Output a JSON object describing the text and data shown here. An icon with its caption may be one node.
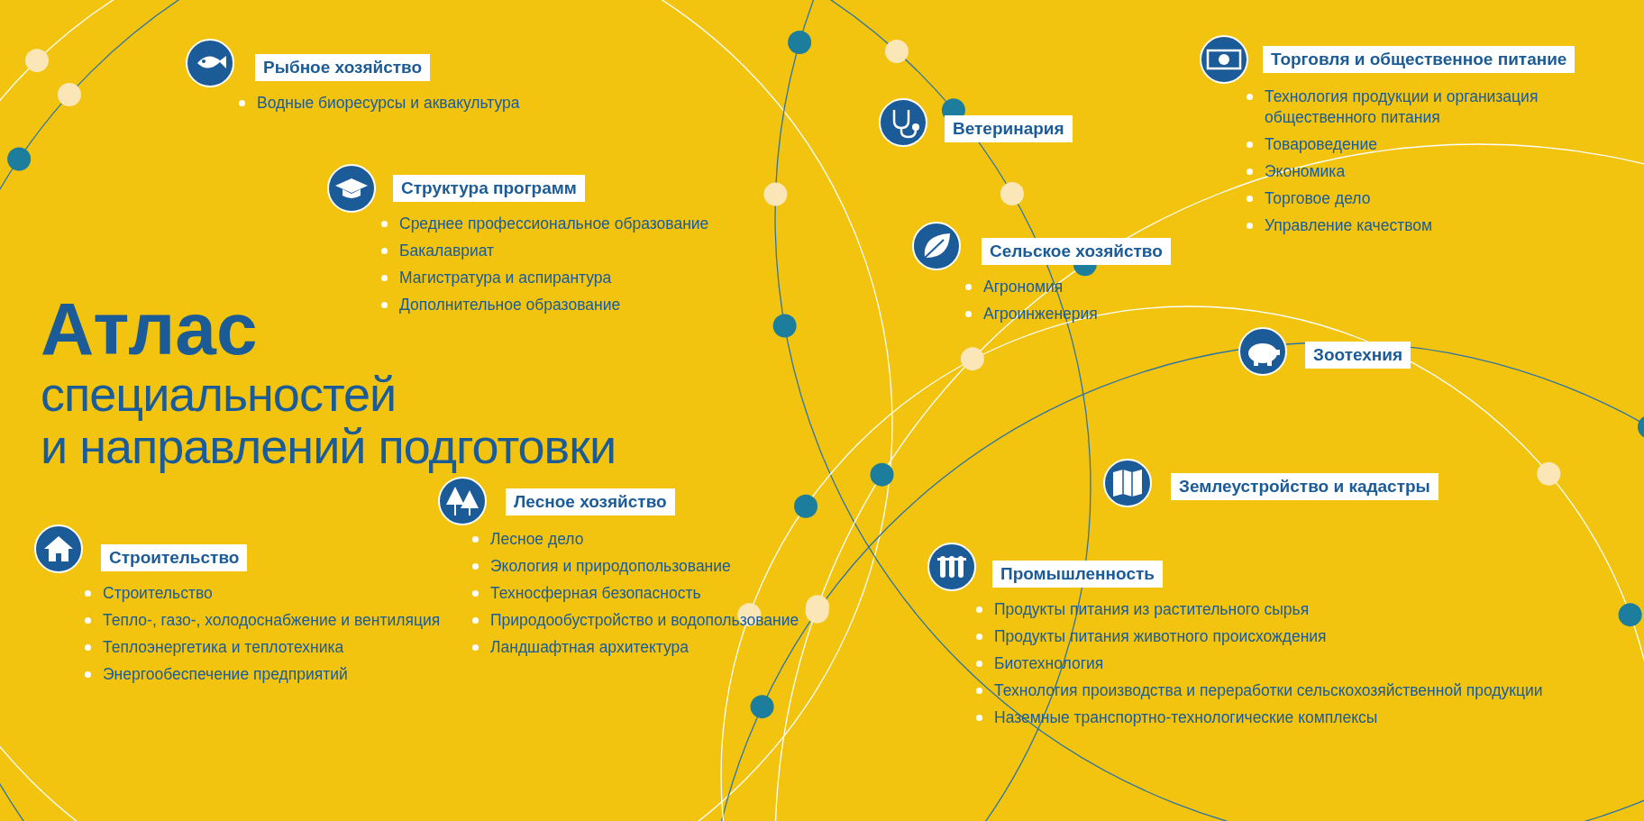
{
  "diagram": {
    "title": "Атлас специальностей и направлений подготовки",
    "nodes": [
      {
        "text": [
          "Рыбное хозяйство"
        ],
        "beside": [
          "Водные биоресурсы и аквакультура"
        ]
      },
      {
        "text": [
          "Структура программ"
        ],
        "beside": [
          "Среднее профессиональное образование",
          "Бакалавриат",
          "Магистратура и аспирантура",
          "Дополнительное образование"
        ]
      },
      {
        "text": [
          "Ветеринария"
        ]
      },
      {
        "text": [
          "Сельское хозяйство"
        ],
        "beside": [
          "Агрономия",
          "Агроинженерия"
        ]
      },
      {
        "text": [
          "Торговля и общественное питание"
        ],
        "beside": [
          "Технология продукции и организация общественного питания",
          "Товароведение",
          "Экономика",
          "Торговое дело",
          "Управление качеством"
        ]
      },
      {
        "text": [
          "Зоотехния"
        ]
      },
      {
        "text": [
          "Землеустройство и кадастры"
        ]
      },
      {
        "text": [
          "Промышленность"
        ],
        "beside": [
          "Продукты питания из растительного сырья",
          "Продукты питания животного происхождения",
          "Биотехнология",
          "Технология производства и переработки сельскохозяйственной продукции",
          "Наземные транспортно-технологические комплексы"
        ]
      },
      {
        "text": [
          "Лесное хозяйство"
        ],
        "beside": [
          "Лесное дело",
          "Экология и природопользование",
          "Техносферная безопасность",
          "Природообустройство и водопользование",
          "Ландшафтная архитектура"
        ]
      },
      {
        "text": [
          "Строительство"
        ],
        "beside": [
          "Строительство",
          "Тепло-, газо-, холодоснабжение и вентиляция",
          "Теплоэнергетика и теплотехника",
          "Энергообеспечение предприятий"
        ]
      }
    ]
  }
}
